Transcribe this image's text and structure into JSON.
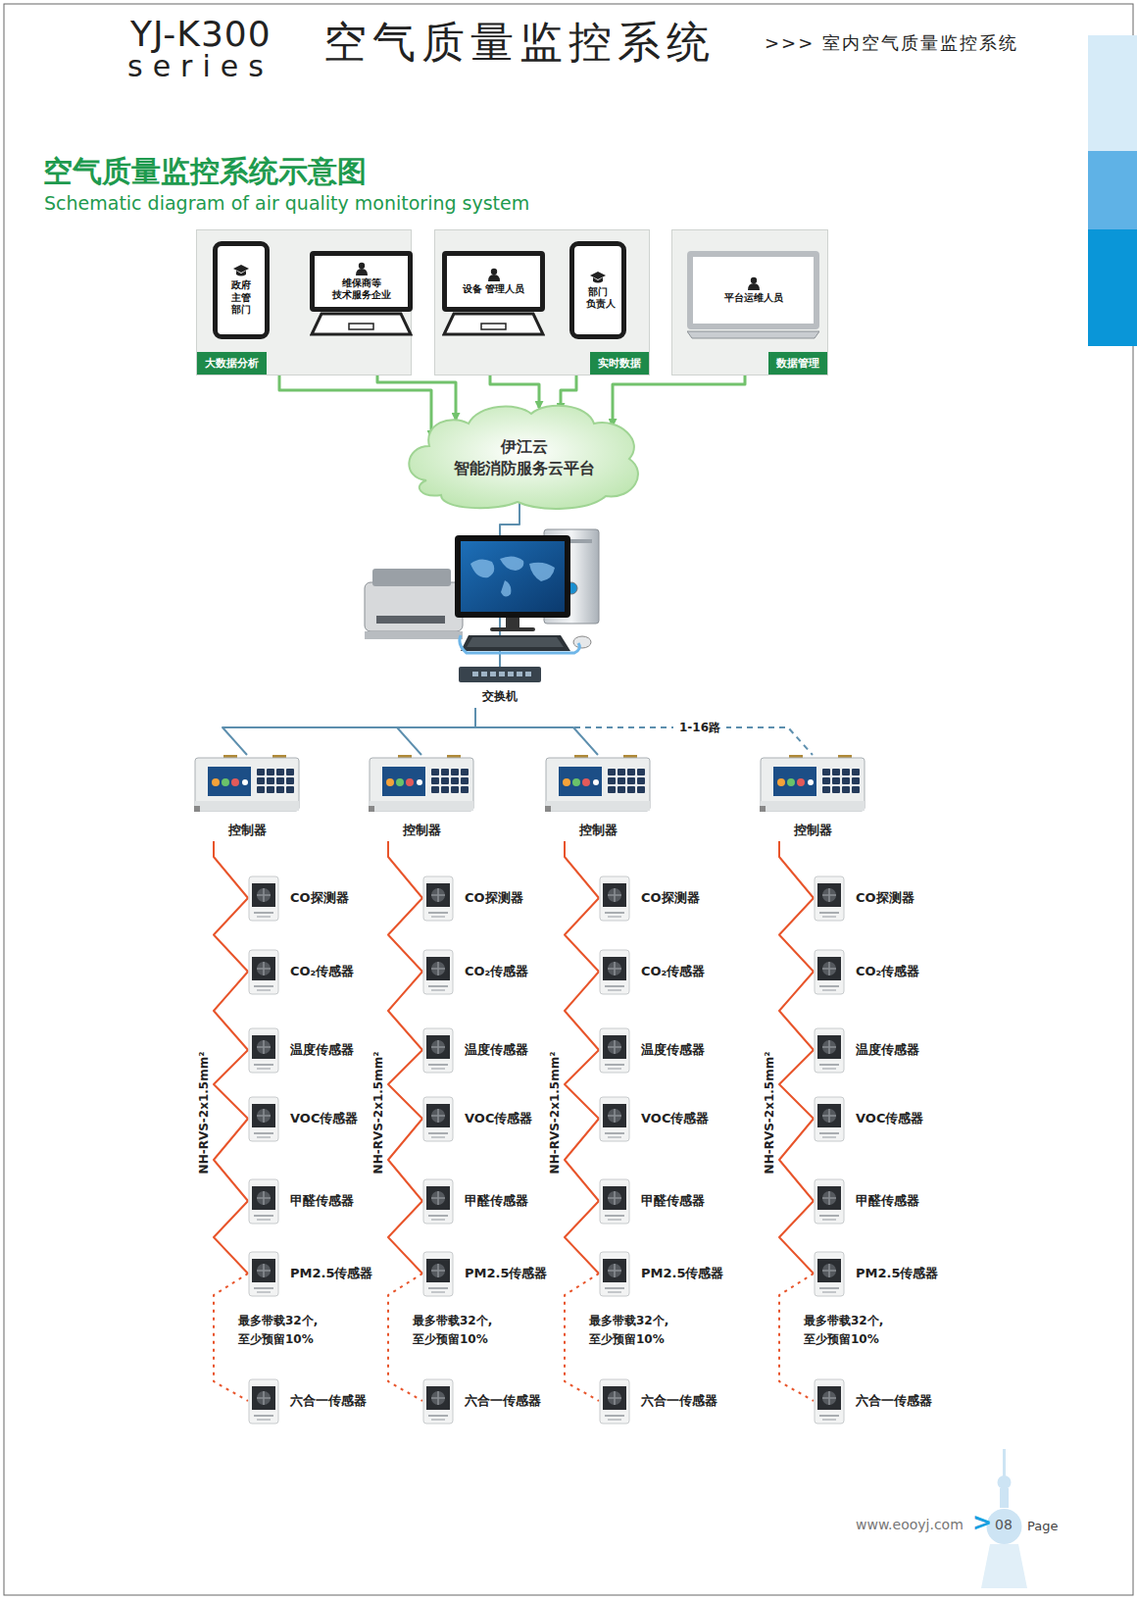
{
  "diagram": {
    "title": "空气质量监控系统",
    "nodes": [
      {
        "text": [
          "大数据分析"
        ]
      },
      {
        "text": [
          "政府 主管 部门"
        ],
        "in": 0
      },
      {
        "text": [
          "维保商等 技术服务企业"
        ],
        "in": 0
      },
      {
        "text": [
          "实时数据"
        ]
      },
      {
        "text": [
          "设备 管理人员"
        ],
        "in": 3
      },
      {
        "text": [
          "部门 负责人"
        ],
        "in": 3
      },
      {
        "text": [
          "数据管理"
        ]
      },
      {
        "text": [
          "平台运维人员"
        ],
        "in": 6
      },
      {
        "text": [
          "伊江云 智能消防服务云平台"
        ]
      },
      {
        "text": [
          "交换机"
        ]
      },
      {
        "text": [
          "控制器"
        ]
      },
      {
        "text": [
          "控制器"
        ]
      },
      {
        "text": [
          "控制器"
        ]
      },
      {
        "text": [
          "控制器"
        ]
      },
      {
        "text": [
          "CO探测器"
        ]
      },
      {
        "text": [
          "CO₂传感器"
        ]
      },
      {
        "text": [
          "温度传感器"
        ]
      },
      {
        "text": [
          "VOC传感器"
        ]
      },
      {
        "text": [
          "甲醛传感器"
        ]
      },
      {
        "text": [
          "PM2.5传感器"
        ]
      },
      {
        "text": [
          "六合一传感器"
        ]
      },
      {
        "text": [
          "CO探测器"
        ]
      },
      {
        "text": [
          "CO₂传感器"
        ]
      },
      {
        "text": [
          "温度传感器"
        ]
      },
      {
        "text": [
          "VOC传感器"
        ]
      },
      {
        "text": [
          "甲醛传感器"
        ]
      },
      {
        "text": [
          "PM2.5传感器"
        ]
      },
      {
        "text": [
          "六合一传感器"
        ]
      },
      {
        "text": [
          "CO探测器"
        ]
      },
      {
        "text": [
          "CO₂传感器"
        ]
      },
      {
        "text": [
          "温度传感器"
        ]
      },
      {
        "text": [
          "VOC传感器"
        ]
      },
      {
        "text": [
          "甲醛传感器"
        ]
      },
      {
        "text": [
          "PM2.5传感器"
        ]
      },
      {
        "text": [
          "六合一传感器"
        ]
      },
      {
        "text": [
          "CO探测器"
        ]
      },
      {
        "text": [
          "CO₂传感器"
        ]
      },
      {
        "text": [
          "温度传感器"
        ]
      },
      {
        "text": [
          "VOC传感器"
        ]
      },
      {
        "text": [
          "甲醛传感器"
        ]
      },
      {
        "text": [
          "PM2.5传感器"
        ]
      },
      {
        "text": [
          "六合一传感器"
        ]
      }
    ],
    "edges": [
      {
        "from": 1,
        "to": 8,
        "arrow": "both"
      },
      {
        "from": 2,
        "to": 8,
        "arrow": "both"
      },
      {
        "from": 4,
        "to": 8,
        "arrow": "both"
      },
      {
        "from": 5,
        "to": 8,
        "arrow": "both"
      },
      {
        "from": 7,
        "to": 8,
        "arrow": "both"
      },
      {
        "from": 8,
        "to": 9,
        "arrow": "none"
      },
      {
        "from": 9,
        "to": 10,
        "arrow": "none"
      },
      {
        "from": 9,
        "to": 11,
        "arrow": "none"
      },
      {
        "from": 9,
        "to": 12,
        "arrow": "none"
      },
      {
        "from": 9,
        "to": 13,
        "label": "1-16路",
        "arrow": "none"
      },
      {
        "from": 10,
        "to": 14,
        "arrow": "none"
      },
      {
        "from": 14,
        "to": 15,
        "arrow": "none"
      },
      {
        "from": 15,
        "to": 16,
        "arrow": "none"
      },
      {
        "from": 16,
        "to": 17,
        "arrow": "none"
      },
      {
        "from": 17,
        "to": 18,
        "arrow": "none"
      },
      {
        "from": 18,
        "to": 19,
        "arrow": "none"
      },
      {
        "from": 19,
        "to": 20,
        "arrow": "none"
      },
      {
        "from": 11,
        "to": 21,
        "arrow": "none"
      },
      {
        "from": 21,
        "to": 22,
        "arrow": "none"
      },
      {
        "from": 22,
        "to": 23,
        "arrow": "none"
      },
      {
        "from": 23,
        "to": 24,
        "arrow": "none"
      },
      {
        "from": 24,
        "to": 25,
        "arrow": "none"
      },
      {
        "from": 25,
        "to": 26,
        "arrow": "none"
      },
      {
        "from": 26,
        "to": 27,
        "arrow": "none"
      },
      {
        "from": 12,
        "to": 28,
        "arrow": "none"
      },
      {
        "from": 28,
        "to": 29,
        "arrow": "none"
      },
      {
        "from": 29,
        "to": 30,
        "arrow": "none"
      },
      {
        "from": 30,
        "to": 31,
        "arrow": "none"
      },
      {
        "from": 31,
        "to": 32,
        "arrow": "none"
      },
      {
        "from": 32,
        "to": 33,
        "arrow": "none"
      },
      {
        "from": 33,
        "to": 34,
        "arrow": "none"
      },
      {
        "from": 13,
        "to": 35,
        "arrow": "none"
      },
      {
        "from": 35,
        "to": 36,
        "arrow": "none"
      },
      {
        "from": 36,
        "to": 37,
        "arrow": "none"
      },
      {
        "from": 37,
        "to": 38,
        "arrow": "none"
      },
      {
        "from": 38,
        "to": 39,
        "arrow": "none"
      },
      {
        "from": 39,
        "to": 40,
        "arrow": "none"
      },
      {
        "from": 40,
        "to": 41,
        "arrow": "none"
      }
    ],
    "labels": [
      "YJ-K300",
      "series",
      ">>> 室内空气质量监控系统",
      "空气质量监控系统示意图",
      "Schematic diagram of air quality monitoring system",
      "NH-RVS-2x1.5mm²",
      "NH-RVS-2x1.5mm²",
      "NH-RVS-2x1.5mm²",
      "NH-RVS-2x1.5mm²",
      "最多带载32个, 至少预留10%",
      "最多带载32个, 至少预留10%",
      "最多带载32个, 至少预留10%",
      "最多带载32个, 至少预留10%",
      "www.eooyj.com",
      ">",
      "08",
      "Page"
    ]
  }
}
